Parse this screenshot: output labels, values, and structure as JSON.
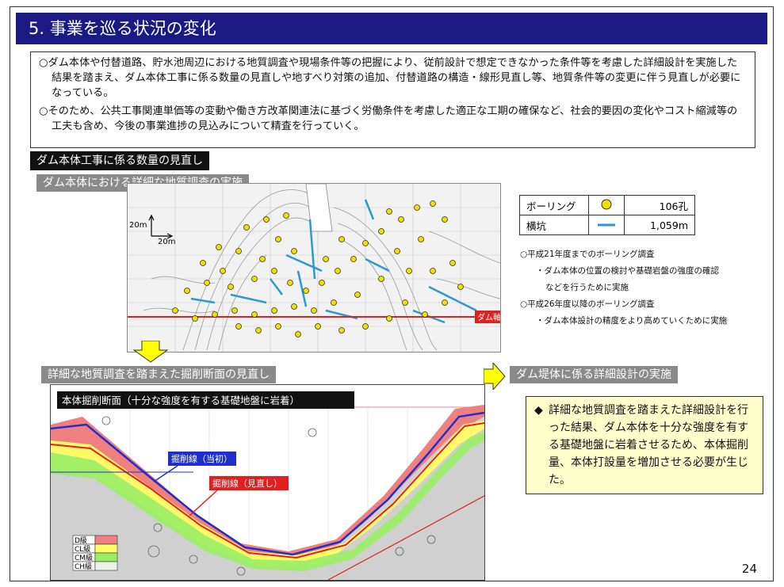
{
  "title": "5. 事業を巡る状況の変化",
  "intro": [
    "○ダム本体や付替道路、貯水池周辺における地質調査や現場条件等の把握により、従前設計で想定できなかった条件等を考慮した詳細設計を実施した結果を踏まえ、ダム本体工事に係る数量の見直しや地すべり対策の追加、付替道路の構造・線形見直し等、地質条件等の変更に伴う見直しが必要になっている。",
    "○そのため、公共工事関連単価等の変動や働き方改革関連法に基づく労働条件を考慮した適正な工期の確保など、社会的要因の変化やコスト縮減等の工夫も含め、今後の事業進捗の見込みについて精査を行っていく。"
  ],
  "section_header": "ダム本体工事に係る数量の見直し",
  "sub1": "ダム本体における詳細な地質調査の実施",
  "sub2": "詳細な地質調査を踏まえた掘削断面の見直し",
  "sub3": "ダム堤体に係る詳細設計の実施",
  "map": {
    "scale_v": "20m",
    "scale_h": "20m",
    "dam_axis": "ダム軸"
  },
  "legend": {
    "rows": [
      {
        "label": "ボーリング",
        "value": "106孔",
        "symbol": "yellow-circle",
        "color": "#f0e000"
      },
      {
        "label": "横坑",
        "value": "1,059m",
        "symbol": "blue-line",
        "color": "#2a9bd0"
      }
    ]
  },
  "notes": [
    "○平成21年度までのボーリング調査",
    "・ダム本体の位置の検討や基礎岩盤の強度の確認",
    "などを行うために実施",
    "○平成26年度以降のボーリング調査",
    "・ダム本体設計の精度をより高めていくために実施"
  ],
  "section": {
    "caption": "本体掘削断面（十分な強度を有する基礎地盤に岩着）",
    "line_initial": "掘削線（当初）",
    "line_revised": "掘削線（見直し）",
    "rock_classes": [
      {
        "label": "D級",
        "color": "#f08080"
      },
      {
        "label": "CL級",
        "color": "#ffff66"
      },
      {
        "label": "CM級",
        "color": "#99ee66"
      },
      {
        "label": "CH級",
        "color": "#e8f4e8"
      }
    ]
  },
  "callout": {
    "mark": "◆",
    "text": "詳細な地質調査を踏まえた詳細設計を行った結果、ダム本体を十分な強度を有する基礎地盤に岩着させるため、本体掘削量、本体打設量を増加させる必要が生じた。"
  },
  "page_number": "24",
  "colors": {
    "title_bg": "#1a1a82",
    "callout_bg": "#ffffcc",
    "arrow_yellow": "#ffff00",
    "dam_axis_red": "#e02020",
    "initial_line_blue": "#1f2fcc",
    "revised_line_red": "#e02020"
  }
}
